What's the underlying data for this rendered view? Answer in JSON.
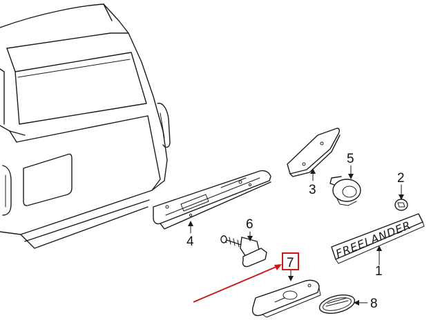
{
  "callouts": {
    "c1": "1",
    "c2": "2",
    "c3": "3",
    "c4": "4",
    "c5": "5",
    "c6": "6",
    "c7": "7",
    "c8": "8"
  },
  "badge_text": "FREELANDER",
  "colors": {
    "line": "#1a1a1a",
    "highlight": "#d01818",
    "background": "#ffffff"
  }
}
